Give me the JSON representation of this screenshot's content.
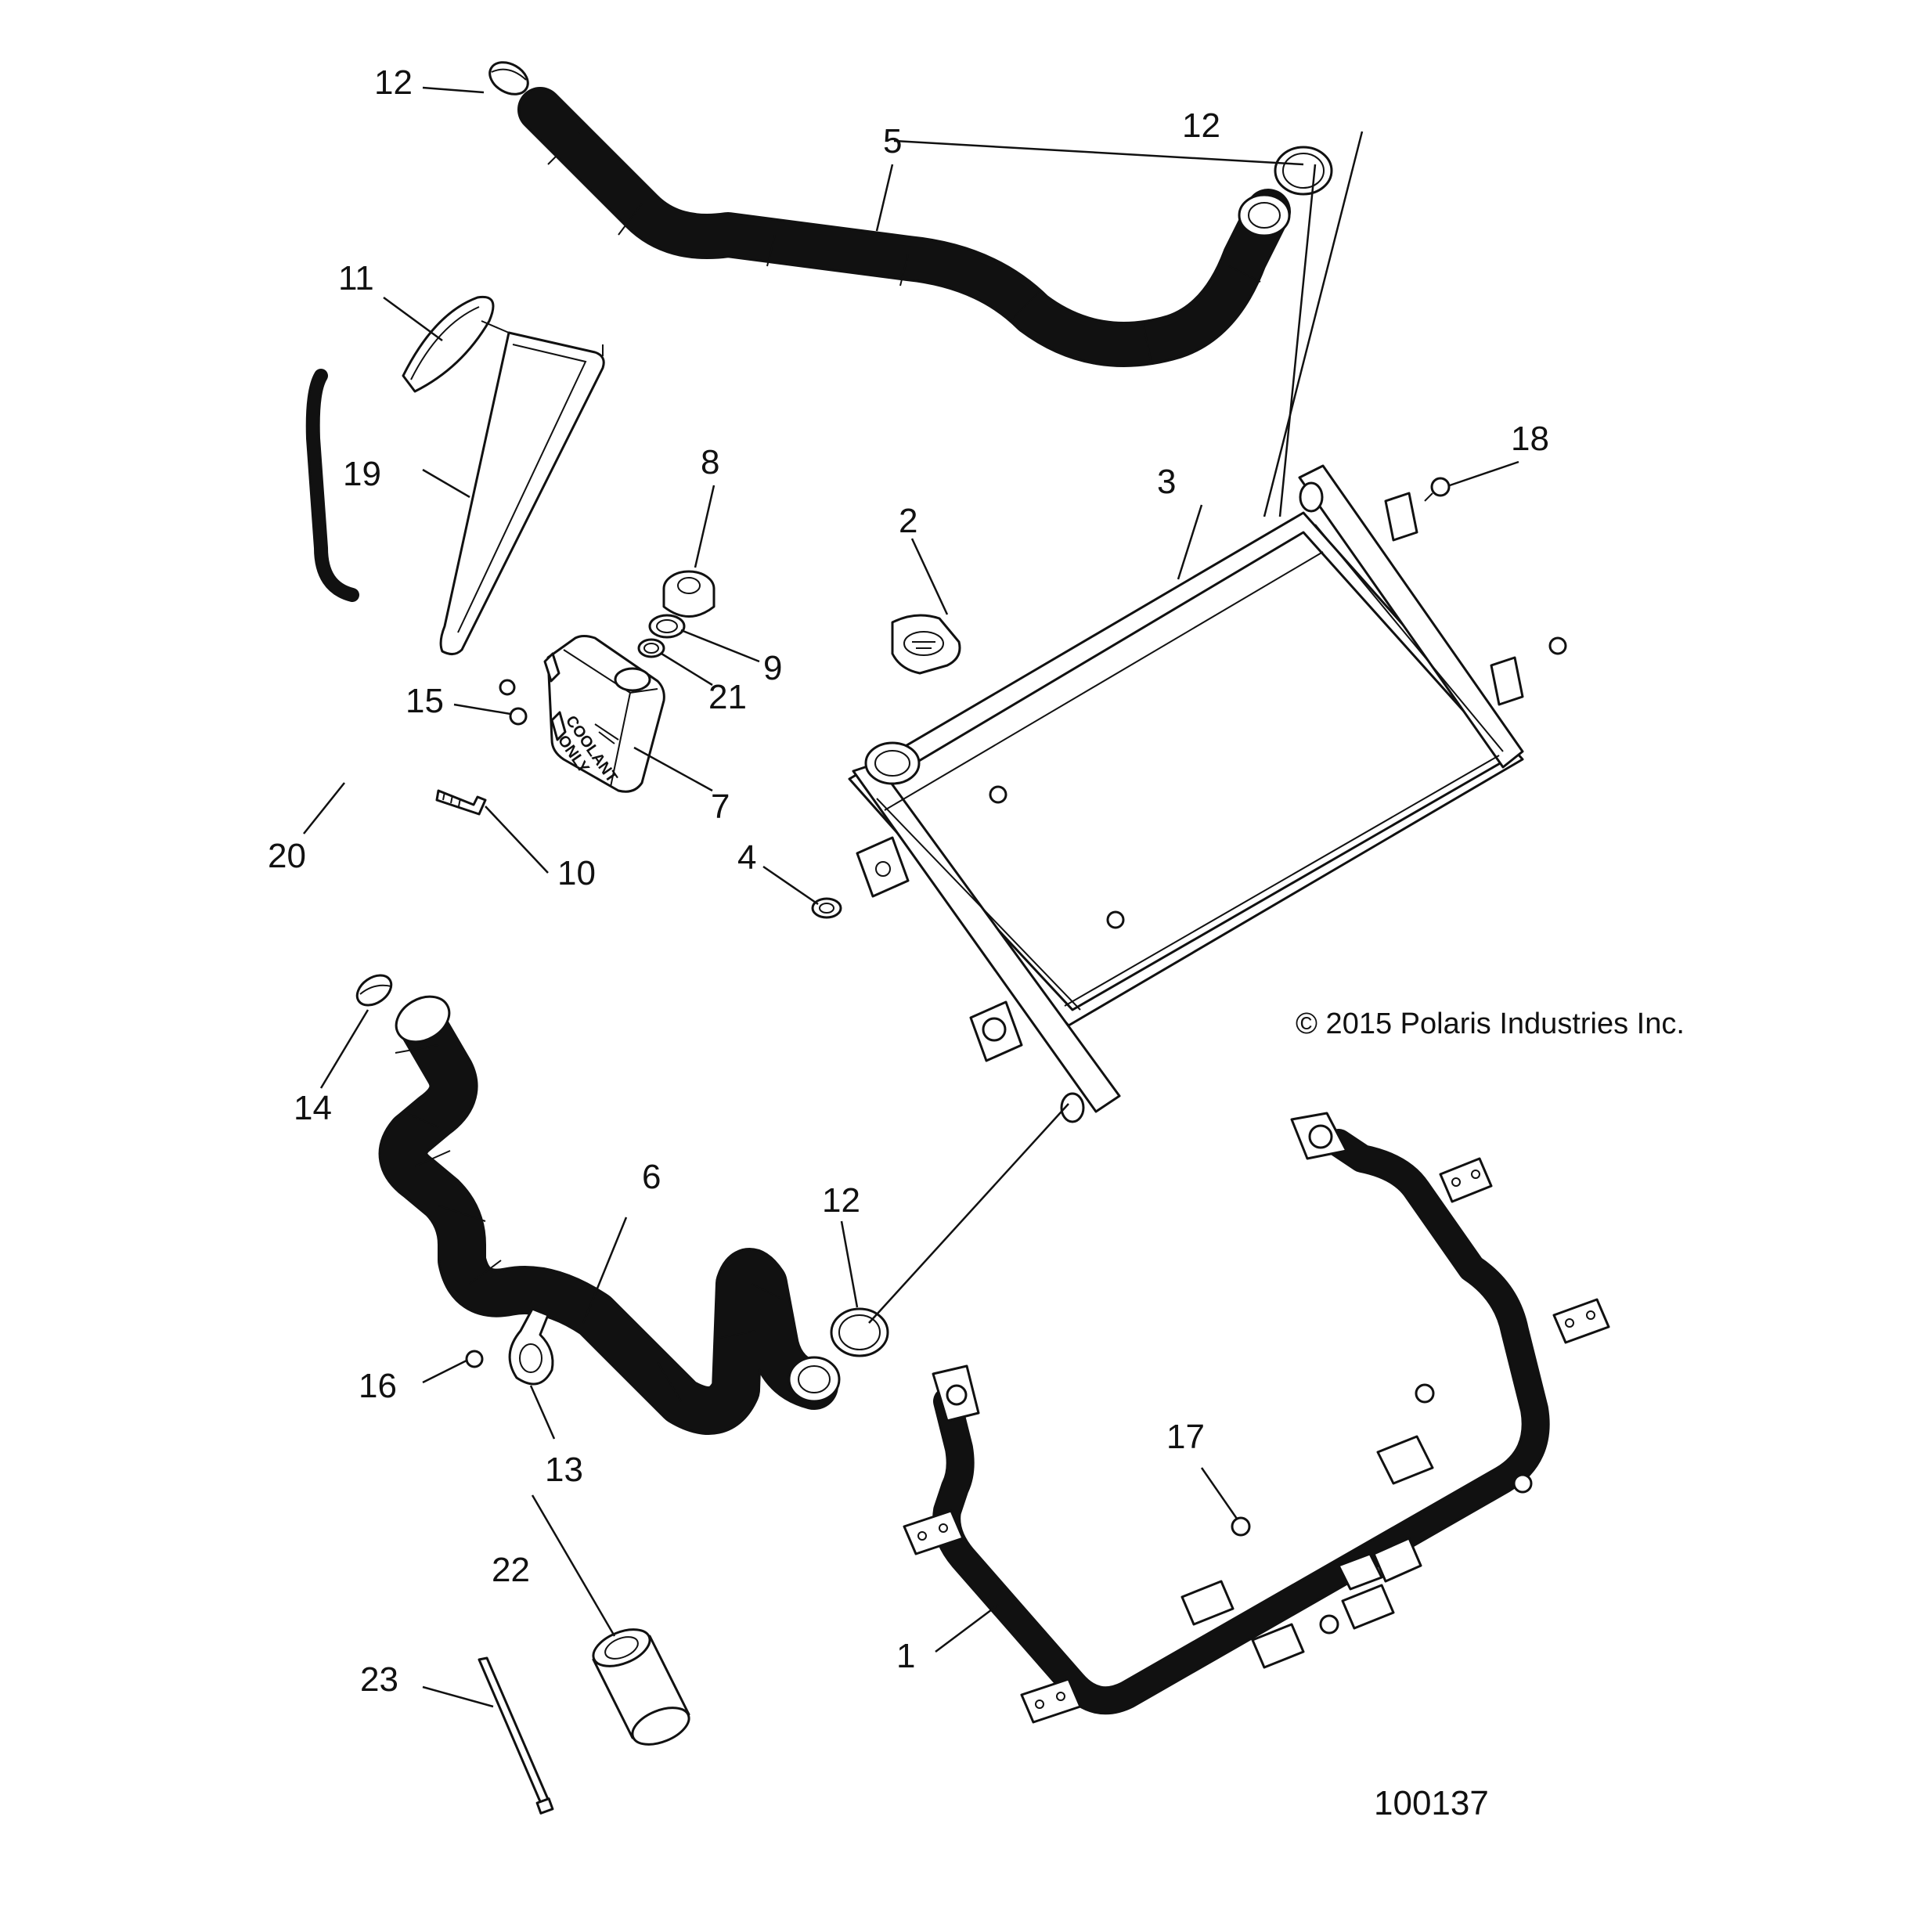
{
  "callouts": [
    {
      "id": "c12a",
      "label": "12"
    },
    {
      "id": "c12b",
      "label": "12"
    },
    {
      "id": "c12c",
      "label": "12"
    },
    {
      "id": "c5",
      "label": "5"
    },
    {
      "id": "c11",
      "label": "11"
    },
    {
      "id": "c19",
      "label": "19"
    },
    {
      "id": "c8",
      "label": "8"
    },
    {
      "id": "c9",
      "label": "9"
    },
    {
      "id": "c21",
      "label": "21"
    },
    {
      "id": "c2",
      "label": "2"
    },
    {
      "id": "c3",
      "label": "3"
    },
    {
      "id": "c18",
      "label": "18"
    },
    {
      "id": "c15",
      "label": "15"
    },
    {
      "id": "c7",
      "label": "7"
    },
    {
      "id": "c20",
      "label": "20"
    },
    {
      "id": "c10",
      "label": "10"
    },
    {
      "id": "c4",
      "label": "4"
    },
    {
      "id": "c14",
      "label": "14"
    },
    {
      "id": "c6",
      "label": "6"
    },
    {
      "id": "c16",
      "label": "16"
    },
    {
      "id": "c13",
      "label": "13"
    },
    {
      "id": "c17",
      "label": "17"
    },
    {
      "id": "c22",
      "label": "22"
    },
    {
      "id": "c23",
      "label": "23"
    },
    {
      "id": "c1",
      "label": "1"
    }
  ],
  "bottle_text": {
    "line1": "COOLANT",
    "line2": "ONLY"
  },
  "copyright": "© 2015 Polaris Industries Inc.",
  "figure_number": "100137"
}
